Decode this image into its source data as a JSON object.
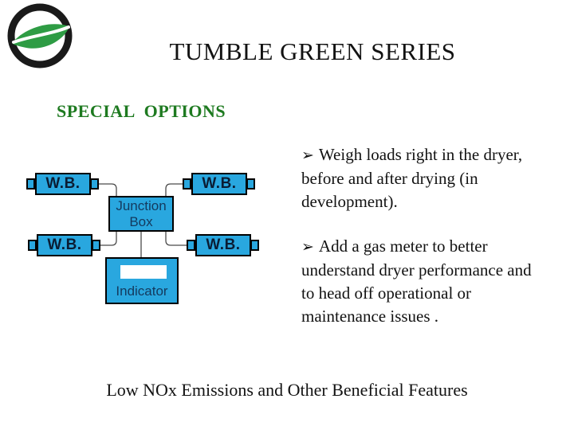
{
  "slide": {
    "title": "TUMBLE GREEN SERIES",
    "section_heading": "SPECIAL  OPTIONS",
    "footer": "Low NOx Emissions and Other Beneficial Features"
  },
  "bullets": {
    "marker": "➢",
    "items": [
      "Weigh loads right in the dryer, before and after drying (in development).",
      "Add a gas meter to better understand dryer performance and to head off operational or maintenance issues ."
    ]
  },
  "diagram": {
    "wb_label": "W.B.",
    "junction_line1": "Junction",
    "junction_line2": "Box",
    "indicator_label": "Indicator"
  },
  "icons": {
    "logo": "green-leaf-logo",
    "bullet": "three-d-arrowhead"
  },
  "colors": {
    "heading_green": "#1E7A20",
    "box_cyan": "#29A7DF",
    "box_text_navy": "#143A5E",
    "leaf_green": "#2E9C44",
    "wire_gray": "#4a4a4a"
  }
}
